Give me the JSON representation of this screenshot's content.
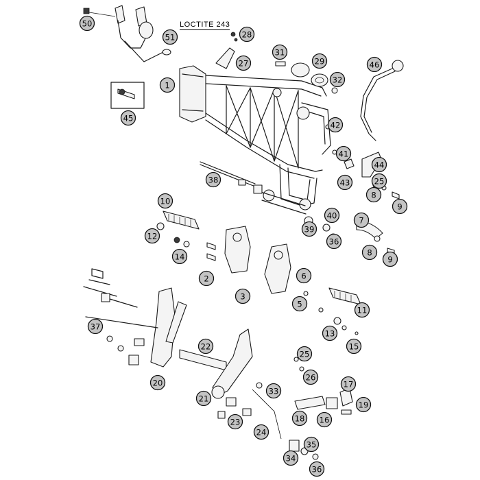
{
  "note": "LOCTITE 243",
  "callouts": [
    "1",
    "2",
    "3",
    "5",
    "6",
    "7",
    "8",
    "8",
    "9",
    "9",
    "10",
    "11",
    "12",
    "13",
    "14",
    "15",
    "16",
    "17",
    "18",
    "19",
    "20",
    "21",
    "22",
    "23",
    "24",
    "25",
    "25",
    "26",
    "27",
    "28",
    "29",
    "31",
    "32",
    "33",
    "34",
    "35",
    "36",
    "36",
    "37",
    "38",
    "39",
    "40",
    "41",
    "42",
    "43",
    "44",
    "45",
    "46",
    "50",
    "51"
  ]
}
